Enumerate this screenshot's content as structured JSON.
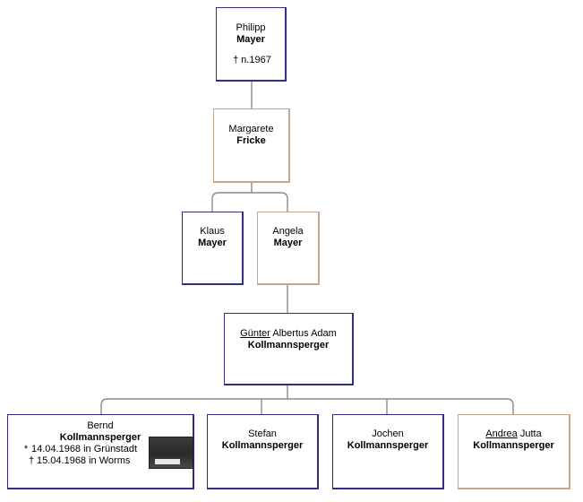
{
  "people": {
    "philipp": {
      "first": "Philipp",
      "last": "Mayer",
      "death_symbol": "†",
      "death": "n.1967"
    },
    "margarete": {
      "first": "Margarete",
      "last": "Fricke"
    },
    "klaus": {
      "first": "Klaus",
      "last": "Mayer"
    },
    "angela": {
      "first": "Angela",
      "last": "Mayer"
    },
    "gunter": {
      "call_name": "Günter",
      "other_names": "Albertus Adam",
      "last": "Kollmannsperger"
    },
    "bernd": {
      "first": "Bernd",
      "last": "Kollmannsperger",
      "birth_symbol": "*",
      "birth": "14.04.1968 in Grünstadt",
      "death_symbol": "†",
      "death": "15.04.1968 in Worms"
    },
    "stefan": {
      "first": "Stefan",
      "last": "Kollmannsperger"
    },
    "jochen": {
      "first": "Jochen",
      "last": "Kollmannsperger"
    },
    "andrea": {
      "call_name": "Andrea",
      "other_names": "Jutta",
      "last": "Kollmannsperger"
    }
  },
  "colors": {
    "male_border": "#2f2f86",
    "female_border": "#c8a48c",
    "connector": "#8a8a8a"
  }
}
